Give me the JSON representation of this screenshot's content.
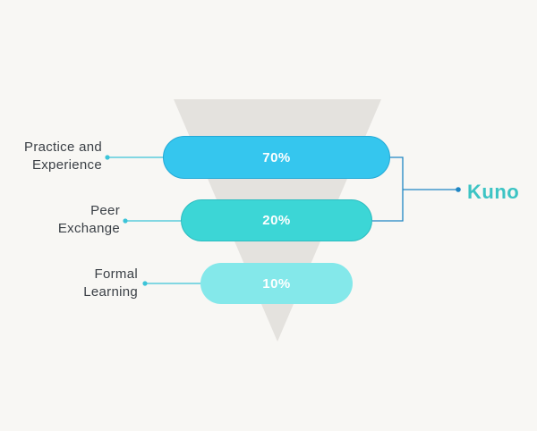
{
  "levels": [
    {
      "label_line1": "Practice and",
      "label_line2": "Experience",
      "percent": "70%"
    },
    {
      "label_line1": "Peer",
      "label_line2": "Exchange",
      "percent": "20%"
    },
    {
      "label_line1": "Formal",
      "label_line2": "Learning",
      "percent": "10%"
    }
  ],
  "logo": {
    "text": "Kuno"
  },
  "colors": {
    "background": "#f8f7f4",
    "funnel": "#e4e2de",
    "level_1": "#35c6ee",
    "level_2": "#3cd6d6",
    "level_3": "#84e8ea",
    "connector_blue": "#1f86c4",
    "connector_cyan": "#3cc4d8",
    "brand": "#3cc4c4"
  },
  "icons": {
    "logo_mark": "kuno-logo"
  }
}
